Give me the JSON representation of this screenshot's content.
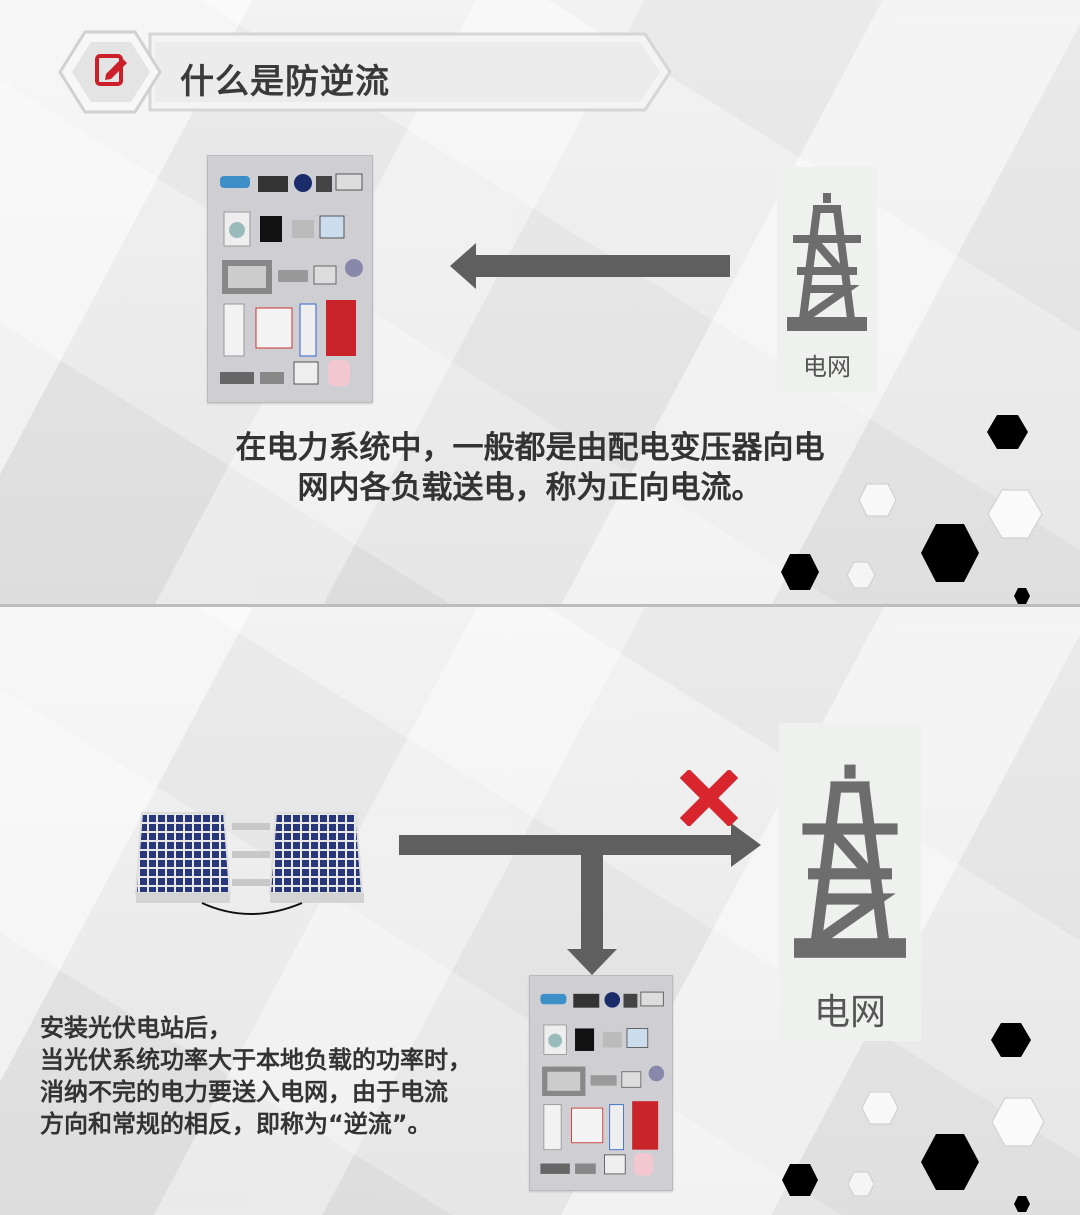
{
  "header": {
    "title": "什么是防逆流",
    "icon": "edit-icon"
  },
  "top_section": {
    "grid_label": "电网",
    "caption_line1": "在电力系统中，一般都是由配电变压器向电",
    "caption_line2": "网内各负载送电，称为正向电流。"
  },
  "bottom_section": {
    "grid_label": "电网",
    "caption_lines": [
      "安装光伏电站后，",
      "当光伏系统功率大于本地负载的功率时，",
      "消纳不完的电力要送入电网，由于电流",
      "方向和常规的相反，即称为“逆流”。"
    ]
  },
  "icons": [
    "edit-icon",
    "power-tower-icon",
    "appliances-image",
    "solar-panel-icon",
    "blocked-x-icon",
    "arrow-left-icon",
    "arrow-right-icon",
    "arrow-down-icon"
  ],
  "colors": {
    "accent": "#cc1f2a",
    "arrow": "#5f5f5f",
    "tower": "#6d6d6d",
    "panel_blue": "#27377a"
  }
}
